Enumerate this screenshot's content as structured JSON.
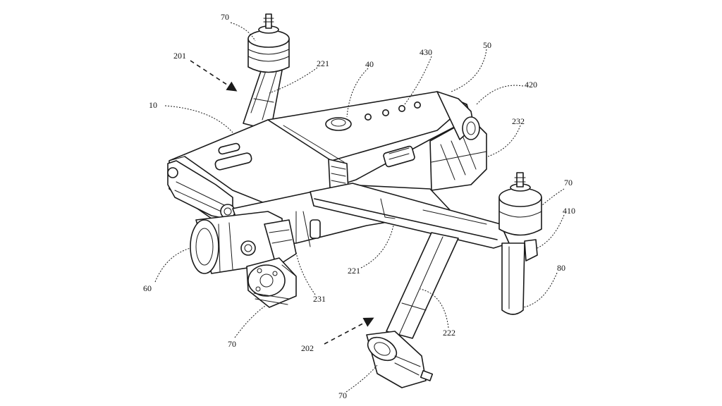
{
  "figure": {
    "labels": {
      "l70_tl": "70",
      "l201": "201",
      "l221_top": "221",
      "l10": "10",
      "l40": "40",
      "l430": "430",
      "l50": "50",
      "l420": "420",
      "l232": "232",
      "l70_r": "70",
      "l410": "410",
      "l80": "80",
      "l60": "60",
      "l221_mid": "221",
      "l231": "231",
      "l70_bl": "70",
      "l222": "222",
      "l202": "202",
      "l70_b": "70"
    }
  }
}
